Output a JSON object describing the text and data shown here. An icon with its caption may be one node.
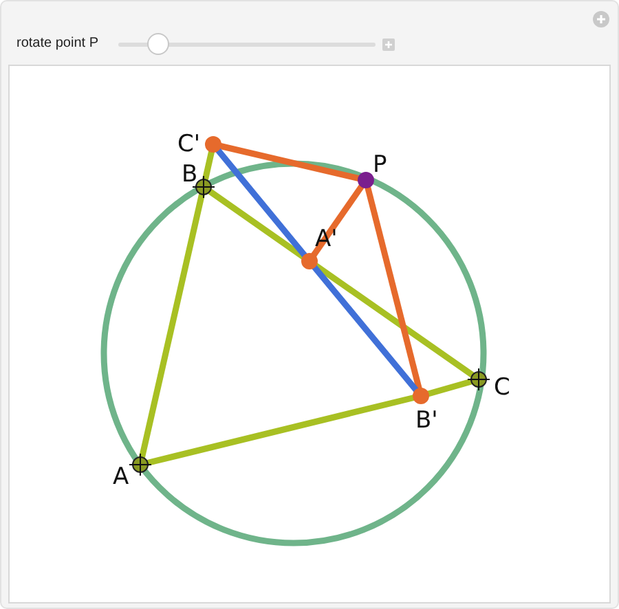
{
  "diagram": {
    "nodes": [
      {
        "text": [
          "A"
        ]
      },
      {
        "text": [
          "B"
        ]
      },
      {
        "text": [
          "C"
        ]
      },
      {
        "text": [
          "P"
        ]
      },
      {
        "text": [
          "A'"
        ]
      },
      {
        "text": [
          "B'"
        ]
      },
      {
        "text": [
          "C'"
        ]
      }
    ],
    "edges": [
      {
        "from": 0,
        "to": 1,
        "arrow": "none"
      },
      {
        "from": 1,
        "to": 6,
        "arrow": "none"
      },
      {
        "from": 1,
        "to": 4,
        "arrow": "none"
      },
      {
        "from": 4,
        "to": 2,
        "arrow": "none"
      },
      {
        "from": 2,
        "to": 5,
        "arrow": "none"
      },
      {
        "from": 5,
        "to": 0,
        "arrow": "none"
      },
      {
        "from": 6,
        "to": 3,
        "arrow": "none",
        "color": "#e66a2c"
      },
      {
        "from": 3,
        "to": 4,
        "arrow": "none",
        "color": "#e66a2c"
      },
      {
        "from": 3,
        "to": 5,
        "arrow": "none",
        "color": "#e66a2c"
      },
      {
        "from": 6,
        "to": 4,
        "arrow": "none",
        "color": "#4070d8"
      },
      {
        "from": 4,
        "to": 5,
        "arrow": "none",
        "color": "#4070d8"
      }
    ],
    "labels": [
      "rotate point P"
    ]
  }
}
